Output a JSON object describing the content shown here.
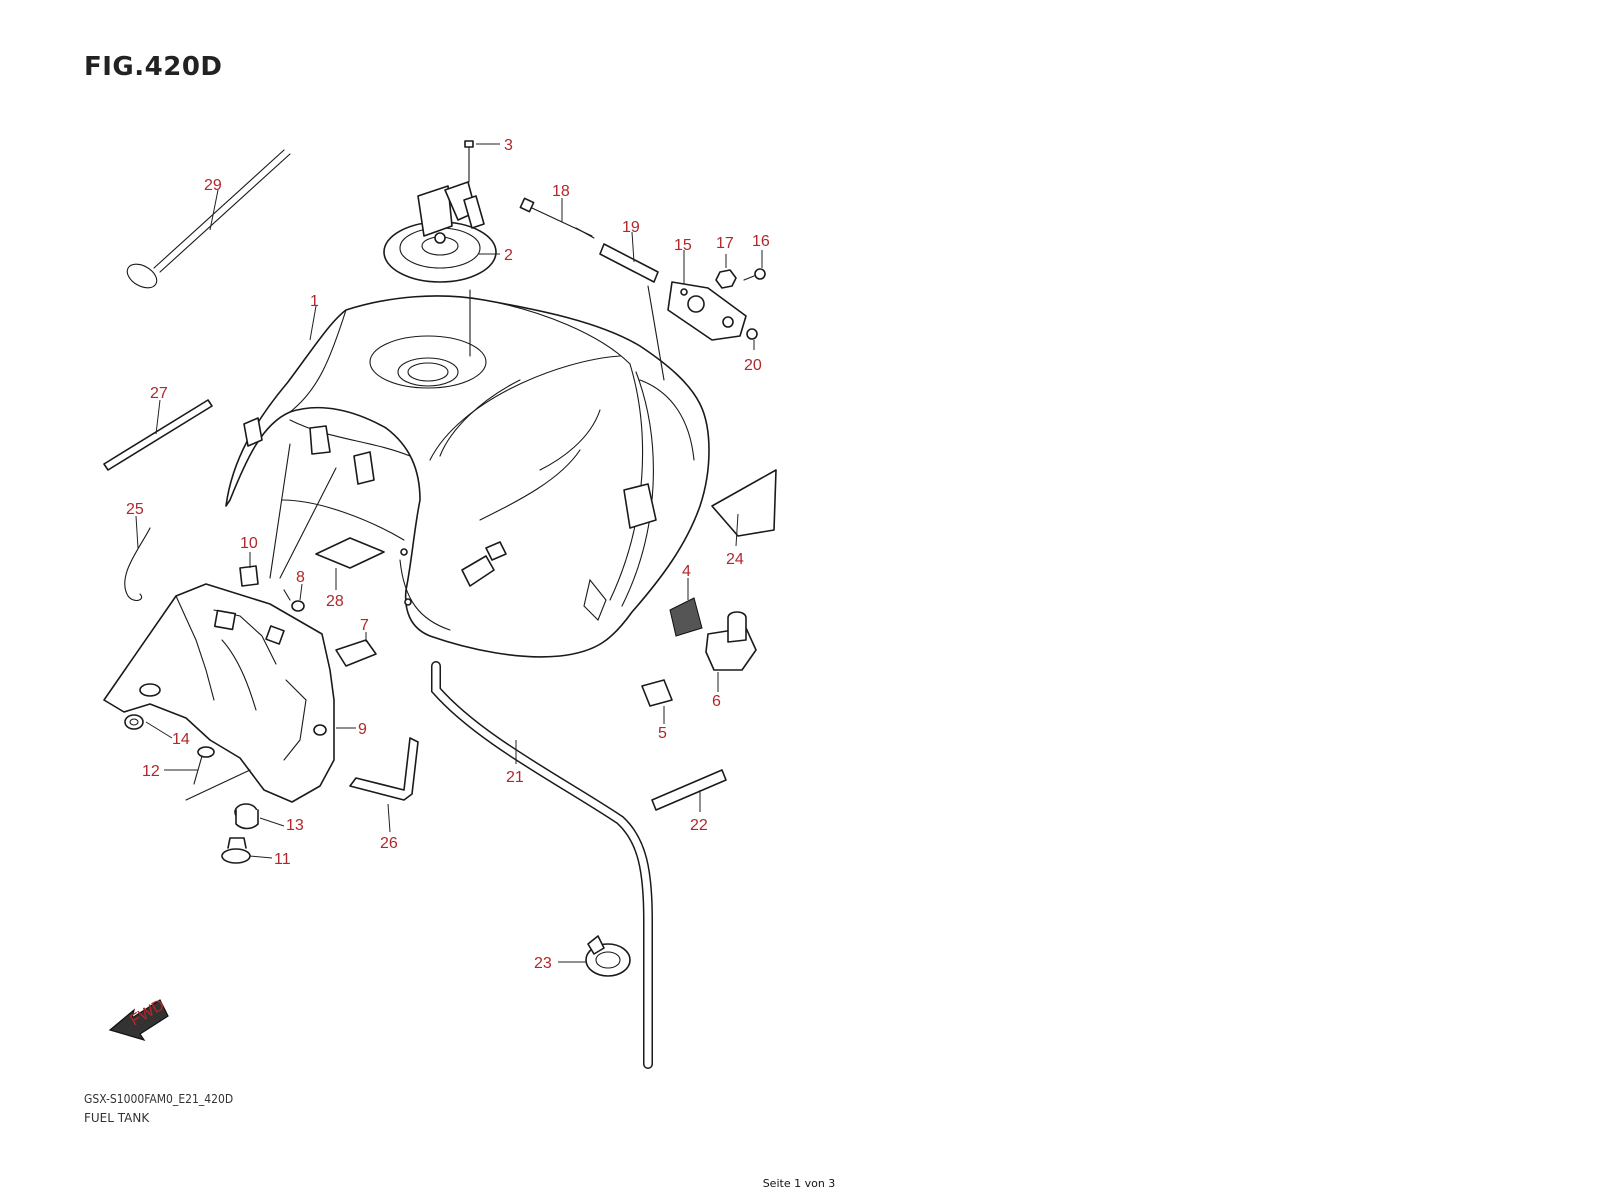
{
  "figure": {
    "title": "FIG.420D"
  },
  "callouts": [
    {
      "id": "c1",
      "label": "1"
    },
    {
      "id": "c2",
      "label": "2"
    },
    {
      "id": "c3",
      "label": "3"
    },
    {
      "id": "c4",
      "label": "4"
    },
    {
      "id": "c5",
      "label": "5"
    },
    {
      "id": "c6",
      "label": "6"
    },
    {
      "id": "c7",
      "label": "7"
    },
    {
      "id": "c8",
      "label": "8"
    },
    {
      "id": "c9",
      "label": "9"
    },
    {
      "id": "c10",
      "label": "10"
    },
    {
      "id": "c11",
      "label": "11"
    },
    {
      "id": "c12",
      "label": "12"
    },
    {
      "id": "c13",
      "label": "13"
    },
    {
      "id": "c14",
      "label": "14"
    },
    {
      "id": "c15",
      "label": "15"
    },
    {
      "id": "c16",
      "label": "16"
    },
    {
      "id": "c17",
      "label": "17"
    },
    {
      "id": "c18",
      "label": "18"
    },
    {
      "id": "c19",
      "label": "19"
    },
    {
      "id": "c20",
      "label": "20"
    },
    {
      "id": "c21",
      "label": "21"
    },
    {
      "id": "c22",
      "label": "22"
    },
    {
      "id": "c23",
      "label": "23"
    },
    {
      "id": "c24",
      "label": "24"
    },
    {
      "id": "c25",
      "label": "25"
    },
    {
      "id": "c26",
      "label": "26"
    },
    {
      "id": "c27",
      "label": "27"
    },
    {
      "id": "c28",
      "label": "28"
    },
    {
      "id": "c29",
      "label": "29"
    }
  ],
  "direction_arrow": {
    "label": "FWD"
  },
  "footer": {
    "model_code": "GSX-S1000FAM0_E21_420D",
    "part_group": "FUEL TANK",
    "page": "Seite 1 von 3"
  },
  "colors": {
    "callout": "#b3262a",
    "line": "#1a1a1a"
  }
}
